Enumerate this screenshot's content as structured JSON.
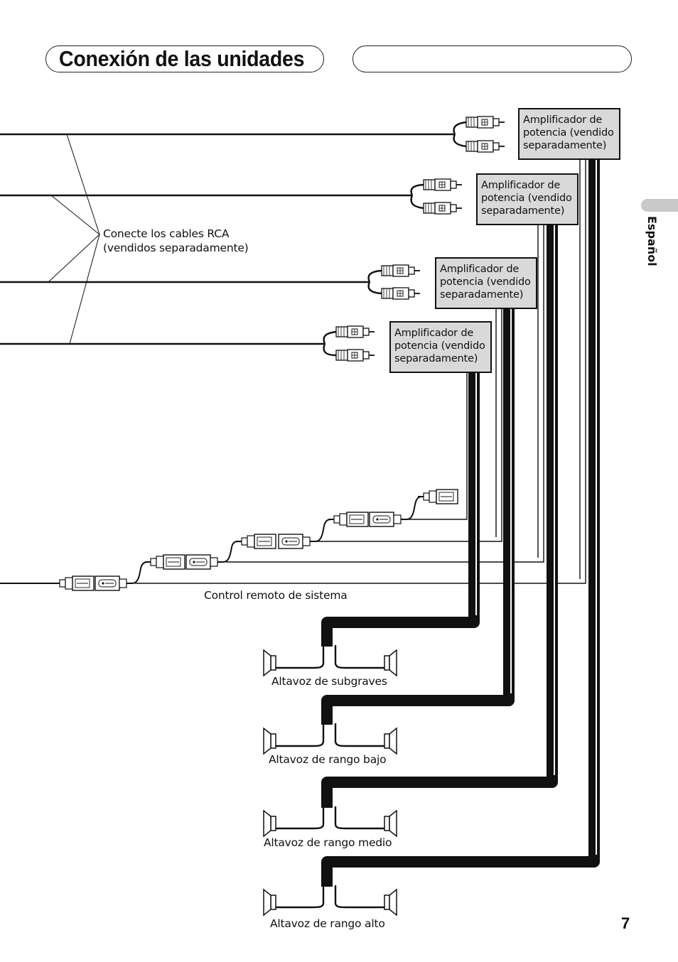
{
  "header": {
    "title": "Conexión de las unidades",
    "side_label": "Español",
    "page_number": "7"
  },
  "amplifiers": [
    {
      "line1": "Amplificador de",
      "line2": "potencia (vendido",
      "line3": "separadamente)"
    },
    {
      "line1": "Amplificador de",
      "line2": "potencia (vendido",
      "line3": "separadamente)"
    },
    {
      "line1": "Amplificador de",
      "line2": "potencia (vendido",
      "line3": "separadamente)"
    },
    {
      "line1": "Amplificador de",
      "line2": "potencia (vendido",
      "line3": "separadamente)"
    }
  ],
  "rca_note": {
    "line1": "Conecte los cables RCA",
    "line2": "(vendidos separadamente)"
  },
  "remote_label": "Control remoto de sistema",
  "speakers": [
    {
      "label": "Altavoz de subgraves"
    },
    {
      "label": "Altavoz de rango bajo"
    },
    {
      "label": "Altavoz de rango medio"
    },
    {
      "label": "Altavoz de rango alto"
    }
  ],
  "icons": [
    "rca-plug-icon",
    "speaker-icon",
    "remote-connector-icon"
  ]
}
